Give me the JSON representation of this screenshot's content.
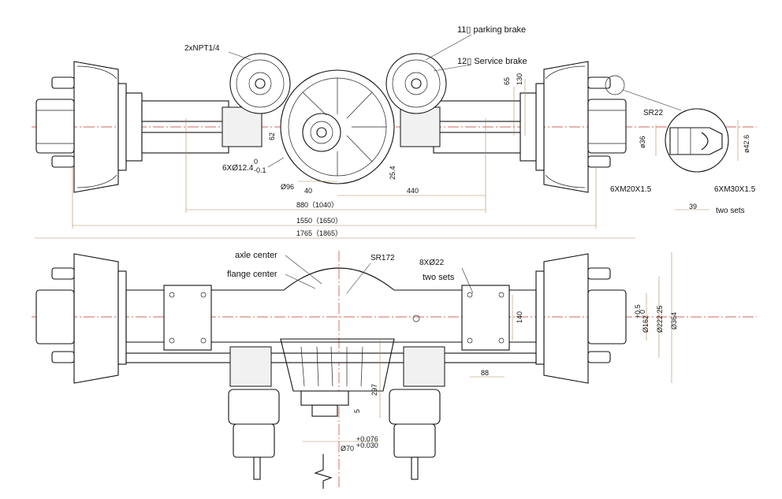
{
  "top_view": {
    "callouts": {
      "parking_brake": "11▯ parking brake",
      "service_brake": "12▯ Service brake",
      "npt": "2xNPT1/4",
      "holes": "6XØ12.4",
      "holes_tol_top": "0",
      "holes_tol_bottom": "-0.1",
      "sr": "SR22",
      "thread_small": "6XM20X1.5",
      "thread_large": "6XM30X1.5",
      "two_sets": "two sets"
    },
    "dims": {
      "d65": "65",
      "d130": "130",
      "d62": "62",
      "d25": "25.4",
      "d96": "Ø96",
      "d40": "40",
      "d440": "440",
      "d880": "880（1040）",
      "d1550": "1550（1650）",
      "d36": "ø36",
      "d42": "ø42.6",
      "d39": "39"
    }
  },
  "front_view": {
    "callouts": {
      "axle_center": "axle center",
      "flange_center": "flange center",
      "sr172": "SR172",
      "bolt_holes": "8XØ22",
      "two_sets": "two sets"
    },
    "dims": {
      "d1765": "1765（1865）",
      "d140": "140",
      "d88": "88",
      "d297": "297",
      "d5": "5",
      "d162": "Ø162",
      "d162_tol_top": "+0.5",
      "d162_tol_bottom": "0",
      "d222": "Ø222.25",
      "d364": "Ø364",
      "d70": "Ø70",
      "d70_tol_top": "+0.076",
      "d70_tol_bottom": "+0.030"
    }
  }
}
